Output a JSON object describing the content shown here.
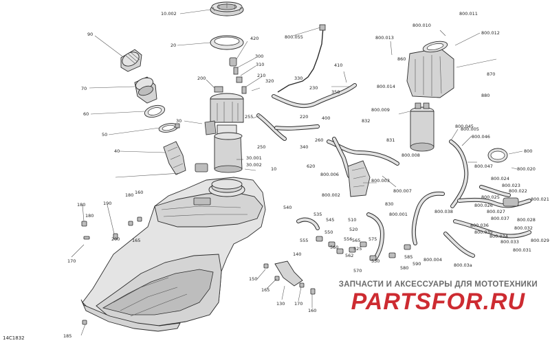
{
  "drawing_code": "14C1832",
  "watermark": {
    "line": "ЗАПЧАСТИ И АКСЕССУАРЫ ДЛЯ МОТОТЕХНИКИ",
    "brand": "PARTSFOR.RU",
    "color": "#c91a20"
  },
  "callouts": [
    "10.002",
    "20",
    "90",
    "70",
    "60",
    "50",
    "40",
    "30",
    "30.001",
    "30.002",
    "200",
    "210",
    "300",
    "310",
    "320",
    "420",
    "10",
    "250",
    "255",
    "220",
    "230",
    "330",
    "340",
    "350",
    "410",
    "400",
    "260",
    "620",
    "832",
    "831",
    "800.055",
    "800.010",
    "800.011",
    "800.012",
    "800.013",
    "800.014",
    "800.008",
    "800.009",
    "800.006",
    "800.007",
    "800.003",
    "800.002",
    "800.005",
    "800.046",
    "800.045",
    "800.047",
    "800.020",
    "800.024",
    "800.023",
    "800.022",
    "800.021",
    "800.025",
    "800.026",
    "800.027",
    "800.028",
    "800.037",
    "800.036",
    "800.032",
    "800.038",
    "800.034",
    "800.033",
    "800.035",
    "800.031",
    "800.029",
    "800.03a",
    "800.004",
    "800.001",
    "830",
    "860",
    "870",
    "880",
    "800",
    "540",
    "535",
    "545",
    "550",
    "555",
    "556",
    "560",
    "562",
    "565",
    "570",
    "575",
    "580",
    "585",
    "590",
    "510",
    "520",
    "525",
    "530",
    "150",
    "160",
    "165",
    "170",
    "180",
    "190",
    "140",
    "130",
    "165",
    "170",
    "160",
    "180",
    "200",
    "180",
    "185"
  ]
}
